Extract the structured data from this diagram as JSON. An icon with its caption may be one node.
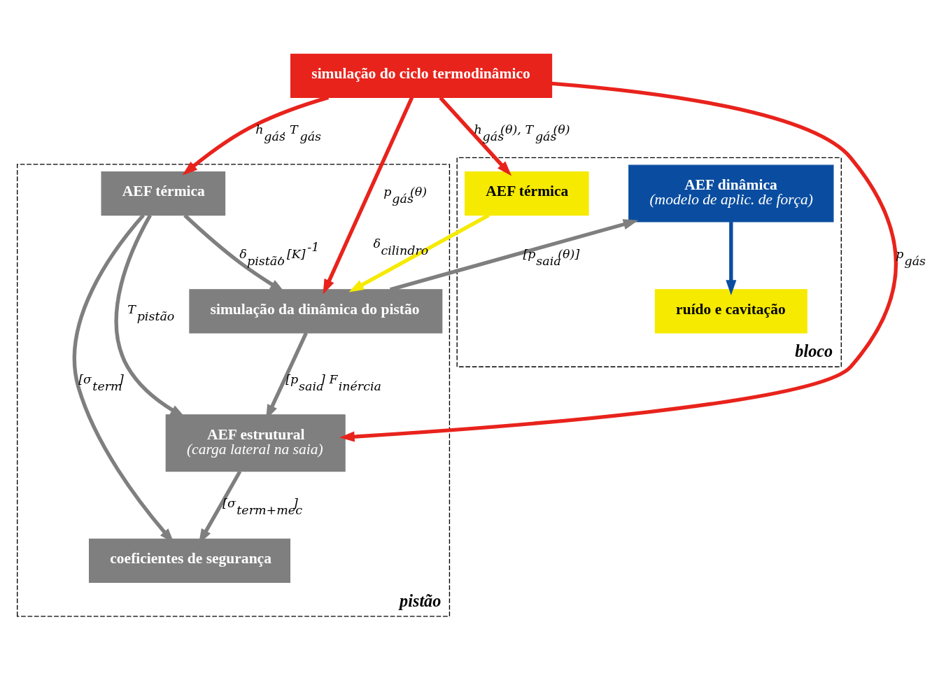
{
  "diagram": {
    "nodes": [
      {
        "text": [
          "simulação do ciclo termodinâmico"
        ]
      },
      {
        "text": [
          "pistão"
        ]
      },
      {
        "text": [
          "AEF térmica"
        ],
        "in": 1
      },
      {
        "text": [
          "AEF estrutural",
          "(carga lateral na saia)"
        ],
        "in": 1
      },
      {
        "text": [
          "coeficientes de segurança"
        ],
        "in": 1
      },
      {
        "text": [
          "simulação da dinâmica do pistão"
        ],
        "in": 1
      },
      {
        "text": [
          "bloco"
        ]
      },
      {
        "text": [
          "AEF térmica"
        ],
        "in": 6
      },
      {
        "text": [
          "AEF dinâmica",
          "(modelo de aplic. de força)"
        ],
        "in": 6
      },
      {
        "text": [
          "ruído e cavitação"
        ],
        "in": 6
      }
    ],
    "edges": [
      {
        "from": 0,
        "to": 2,
        "arrow": "to",
        "label": "h$_{gás}$, T$_{gás}$",
        "color": "#e8231c"
      },
      {
        "from": 0,
        "to": 3,
        "arrow": "to",
        "label": "p$_{gás}$",
        "color": "#e8231c"
      },
      {
        "from": 0,
        "to": 5,
        "arrow": "to",
        "label": "p$_{gás}$(θ)",
        "color": "#e8231c"
      },
      {
        "from": 0,
        "to": 7,
        "arrow": "to",
        "label": "h$_{gás}$(θ), T$_{gás}$(θ)",
        "color": "#e8231c"
      },
      {
        "from": 2,
        "to": 3,
        "arrow": "to",
        "label": "T$_{pistão}$"
      },
      {
        "from": 2,
        "to": 5,
        "arrow": "to",
        "label": "δ$_{pistão}$, [K]$^{-1}$"
      },
      {
        "from": 2,
        "to": 4,
        "arrow": "to",
        "label": "[σ$_{term}$]"
      },
      {
        "from": 3,
        "to": 4,
        "arrow": "to",
        "label": "[σ$_{term+mec}$]"
      },
      {
        "from": 5,
        "to": 3,
        "arrow": "to",
        "label": "[p$_{saia}$] F$_{inércia}$"
      },
      {
        "from": 7,
        "to": 5,
        "arrow": "to",
        "label": "δ$_{cilindro}$",
        "color": "#f5ea00"
      },
      {
        "from": 5,
        "to": 8,
        "arrow": "to",
        "label": "[p$_{saia}$(θ)]"
      },
      {
        "from": 8,
        "to": 9,
        "arrow": "to",
        "color": "#0a4da0"
      }
    ]
  }
}
